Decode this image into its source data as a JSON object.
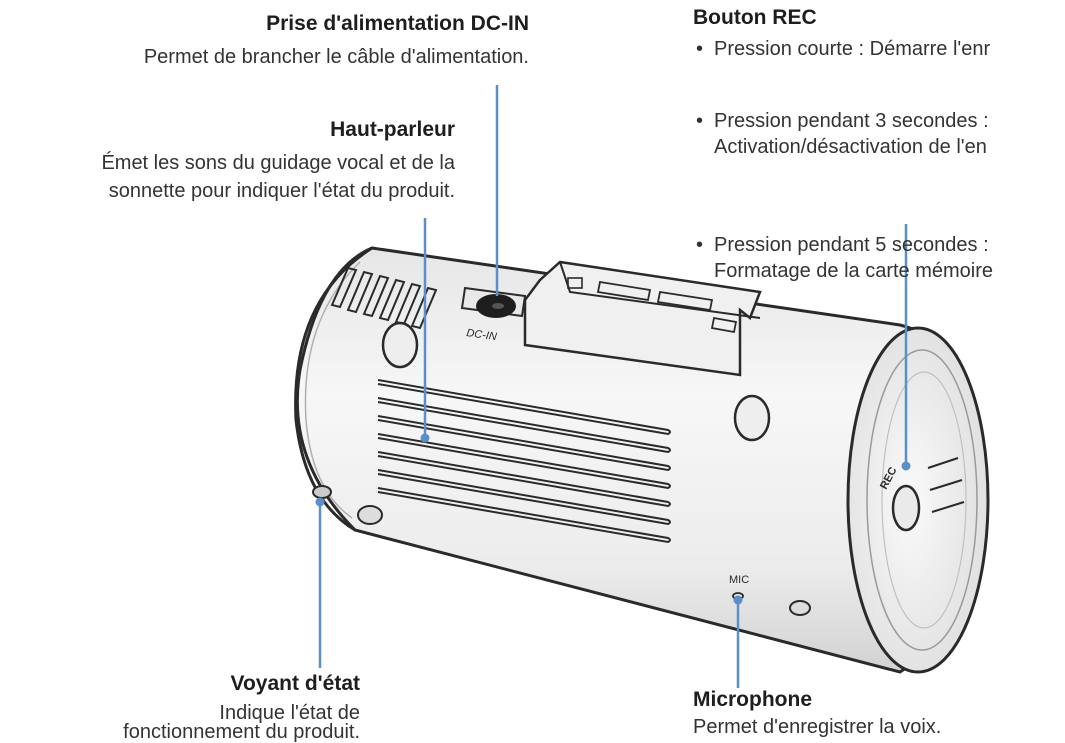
{
  "labels": {
    "dcin": {
      "title": "Prise d'alimentation DC-IN",
      "desc": "Permet de brancher le câble d'alimentation."
    },
    "speaker": {
      "title": "Haut-parleur",
      "desc_line1": "Émet les sons du guidage vocal et de la",
      "desc_line2": "sonnette pour indiquer l'état du produit."
    },
    "rec": {
      "title": "Bouton REC",
      "bullet_char": "•",
      "items": [
        {
          "line1": "Pression courte : Démarre l'enr"
        },
        {
          "line1": "Pression pendant 3 secondes :",
          "line2": "Activation/désactivation de l'en"
        },
        {
          "line1": "Pression pendant 5 secondes :",
          "line2": "Formatage de la carte mémoire"
        }
      ]
    },
    "status": {
      "title": "Voyant d'état",
      "desc_line1": "Indique l'état de",
      "desc_line2": "fonctionnement du produit."
    },
    "mic": {
      "title": "Microphone",
      "desc": "Permet d'enregistrer la voix."
    }
  },
  "device_marks": {
    "dcin": "DC-IN",
    "mic": "MIC",
    "rec": "REC"
  },
  "colors": {
    "leader": "#5b8fc7",
    "outline": "#2a2a2a",
    "body": "#f4f4f4",
    "shade": "#dcdcdc",
    "text": "#333333"
  }
}
